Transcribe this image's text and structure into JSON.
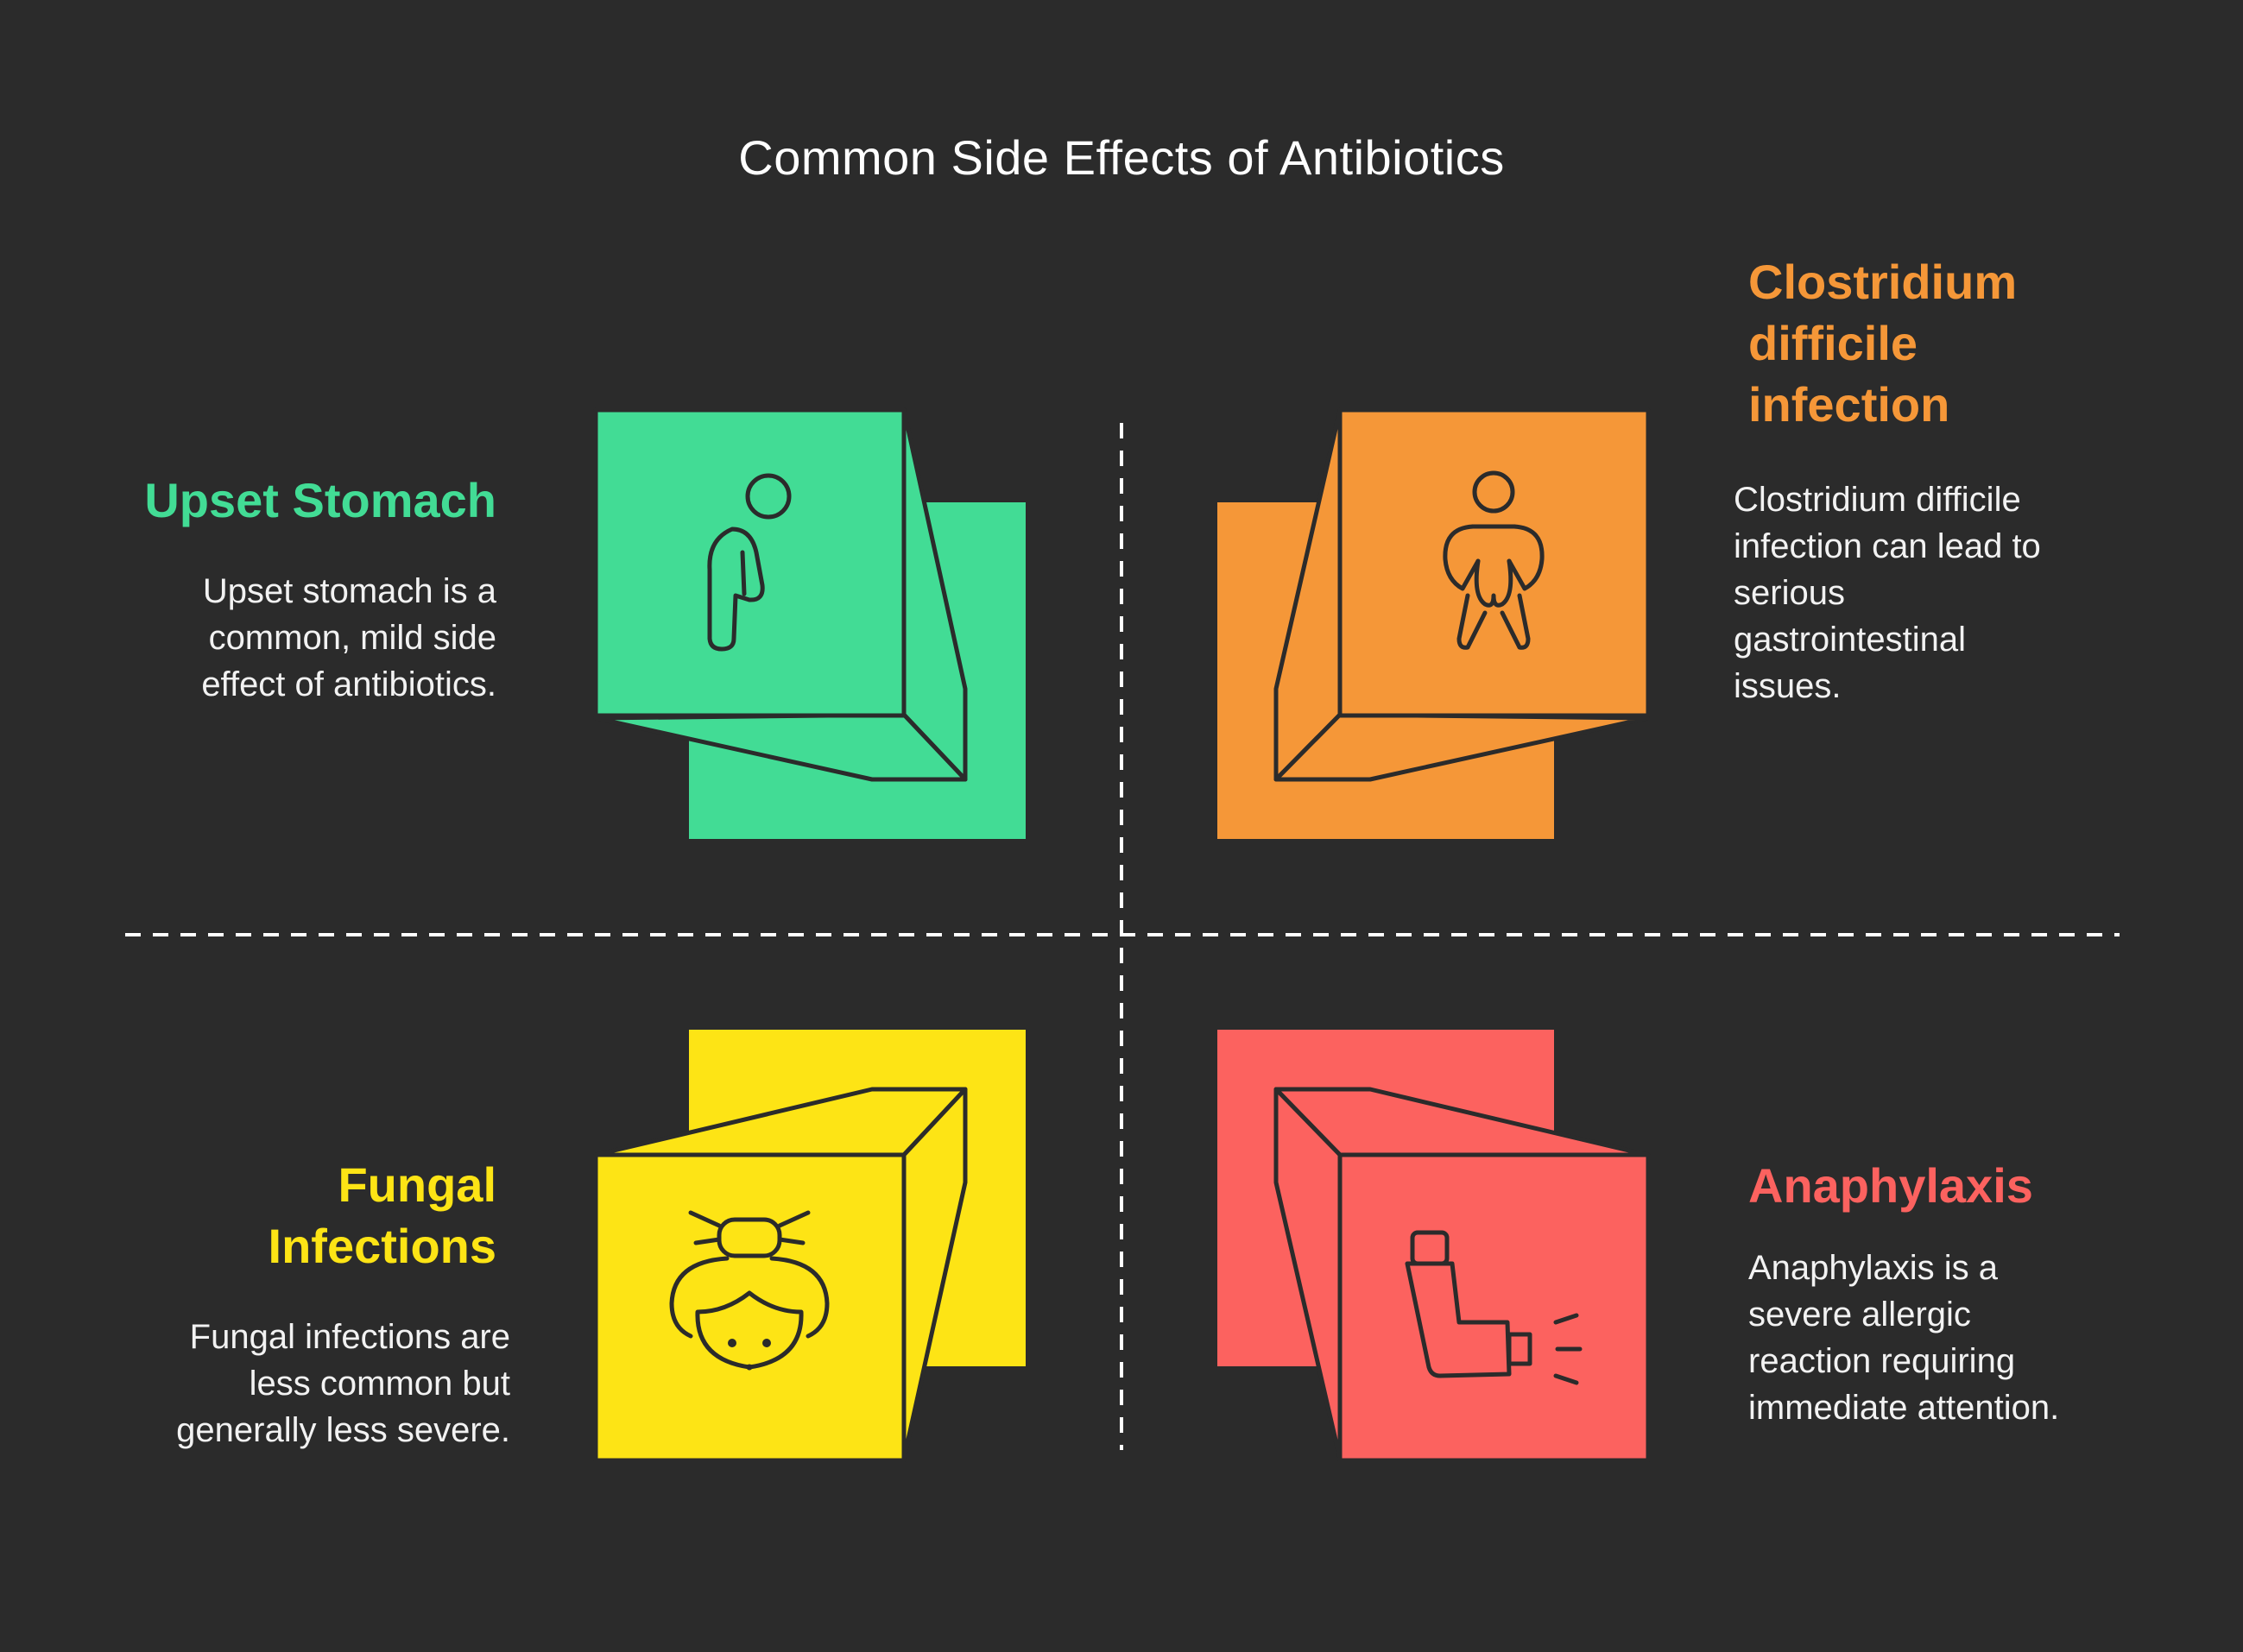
{
  "title": "Common Side Effects of Antibiotics",
  "colors": {
    "background": "#2b2b2b",
    "green": "#42dc95",
    "orange": "#f59738",
    "yellow": "#fde415",
    "red": "#fc625f",
    "outline": "#2b2b2b",
    "divider": "#ffffff"
  },
  "quadrants": {
    "upset_stomach": {
      "heading": "Upset Stomach",
      "description": [
        "Upset stomach is a",
        "common, mild side",
        "effect of antibiotics."
      ],
      "icon": "person-holding-stomach-icon"
    },
    "clostridium": {
      "heading": [
        "Clostridium",
        "difficile",
        "infection"
      ],
      "description": [
        "Clostridium difficile",
        "infection can lead to",
        "serious",
        "gastrointestinal",
        "issues."
      ],
      "icon": "person-diarrhea-icon"
    },
    "fungal": {
      "heading": [
        "Fungal",
        "Infections"
      ],
      "description": [
        "Fungal infections are",
        "less common but",
        "generally less severe."
      ],
      "icon": "face-with-bun-icon"
    },
    "anaphylaxis": {
      "heading": "Anaphylaxis",
      "description": [
        "Anaphylaxis is a",
        "severe allergic",
        "reaction requiring",
        "immediate attention."
      ],
      "icon": "inhaler-icon"
    }
  }
}
